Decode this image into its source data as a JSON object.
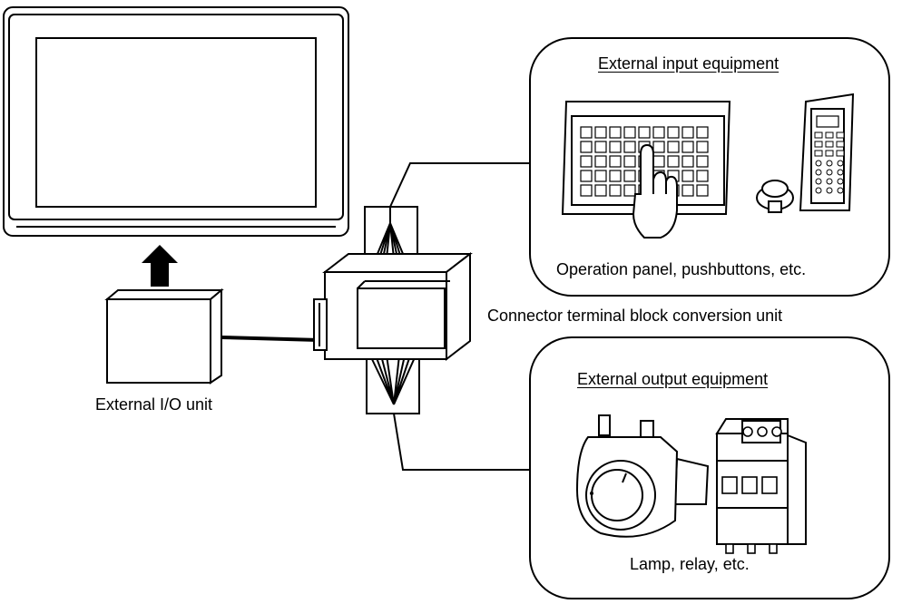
{
  "labels": {
    "input_title": "External input equipment",
    "input_caption": "Operation panel, pushbuttons, etc.",
    "conversion_unit": "Connector terminal block conversion unit",
    "io_unit": "External I/O unit",
    "output_title": "External output equipment",
    "output_caption": "Lamp, relay, etc."
  },
  "colors": {
    "line": "#000000",
    "panel": "#ffffff",
    "shade": "#d9d9d9"
  }
}
